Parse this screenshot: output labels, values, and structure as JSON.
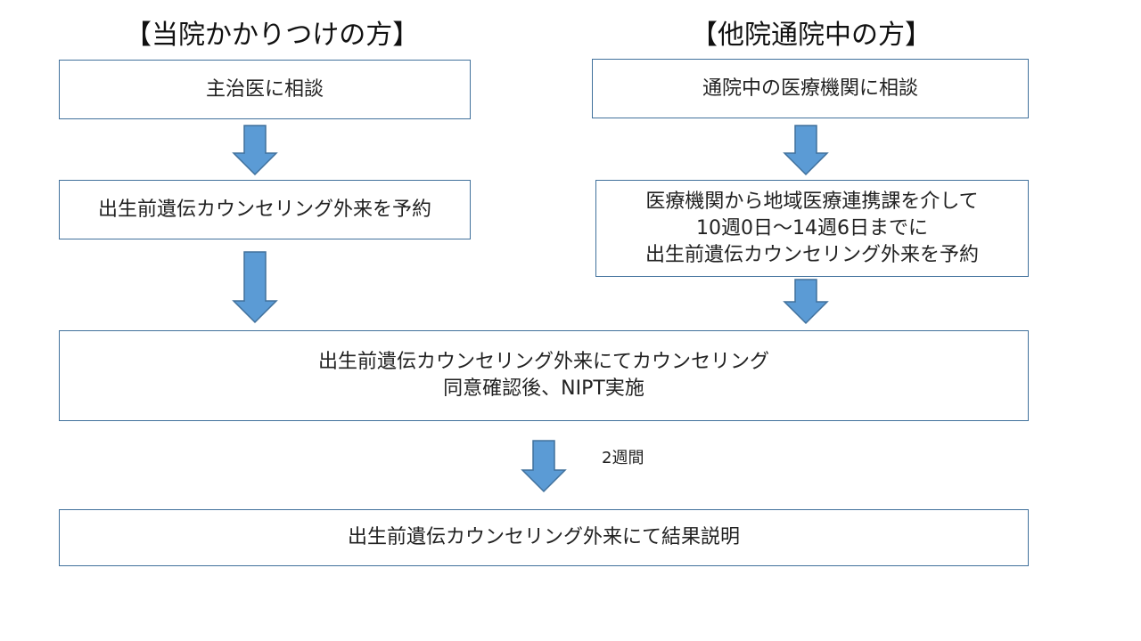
{
  "headings": {
    "left": "【当院かかりつけの方】",
    "right": "【他院通院中の方】"
  },
  "boxes": {
    "left_consult": "主治医に相談",
    "right_consult": "通院中の医療機関に相談",
    "left_reserve": "出生前遺伝カウンセリング外来を予約",
    "right_reserve": [
      "医療機関から地域医療連携課を介して",
      "10週0日～14週6日までに",
      "出生前遺伝カウンセリング外来を予約"
    ],
    "counseling": [
      "出生前遺伝カウンセリング外来にてカウンセリング",
      "同意確認後、NIPT実施"
    ],
    "result": "出生前遺伝カウンセリング外来にて結果説明"
  },
  "notes": {
    "wait": "2週間"
  },
  "colors": {
    "box_border": "#41719c",
    "arrow_fill": "#5b9bd5",
    "arrow_stroke": "#41719c"
  }
}
